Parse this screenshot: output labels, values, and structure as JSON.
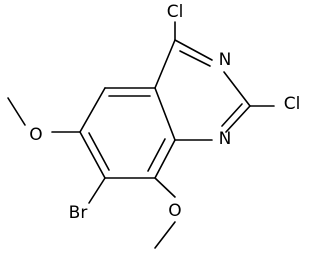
{
  "molecule": {
    "atoms": {
      "cl4": "Cl",
      "cl2": "Cl",
      "n3": "N",
      "n1": "N",
      "o6": "O",
      "o8": "O",
      "br7": "Br"
    },
    "colors": {
      "bond": "#000000",
      "label": "#000000",
      "background": "#ffffff"
    }
  }
}
